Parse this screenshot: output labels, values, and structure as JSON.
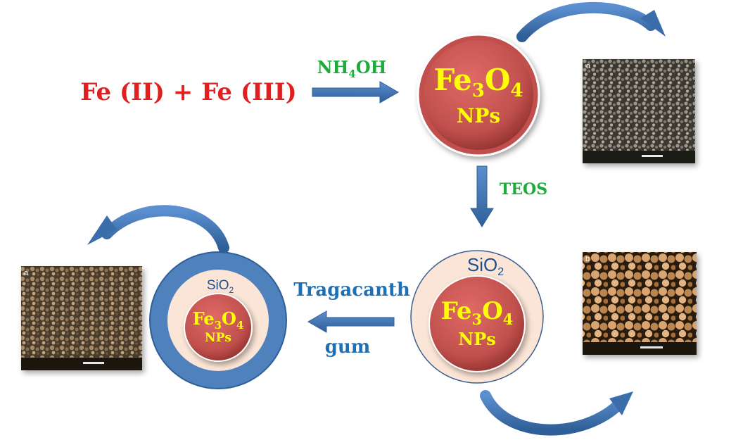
{
  "reactants": "Fe (II) + Fe (III)",
  "steps": {
    "precipitation": {
      "main": "NH",
      "sub": "4",
      "tail": "OH"
    },
    "coating": "TEOS",
    "functionalization": [
      "Tragacanth",
      "gum"
    ]
  },
  "particles": {
    "core": {
      "main": "Fe",
      "sub1": "3",
      "mid": "O",
      "sub2": "4",
      "label": "NPs"
    },
    "shell": {
      "main": "SiO",
      "sub": "2"
    }
  },
  "micrographs": {
    "bare": {
      "panel": "a"
    },
    "silica": {
      "panel": "b"
    },
    "final": {
      "panel": "a"
    }
  },
  "colors": {
    "reactant_text": "#e02020",
    "reagent_text": "#1faa3c",
    "tragacanth_text": "#1f6fb5",
    "core_fill": "#c0504d",
    "core_text": "#ffff00",
    "shell_fill": "#fbe5d6",
    "gum_ring": "#4f81bd",
    "arrow": "#3a6eaa"
  }
}
